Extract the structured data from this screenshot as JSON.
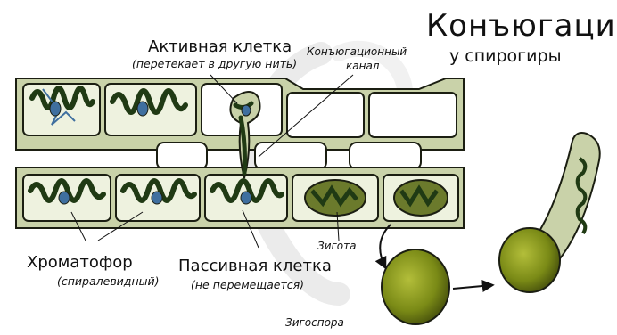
{
  "title": {
    "line1": "Конъюгация",
    "line2": "у спирогиры"
  },
  "labels": {
    "active_cell": "Активная клетка",
    "active_cell_note": "(перетекает в другую нить)",
    "conj_channel_1": "Конъюгационный",
    "conj_channel_2": "канал",
    "chromatophore": "Хроматофор",
    "chromatophore_note": "(спиралевидный)",
    "passive_cell": "Пассивная клетка",
    "passive_cell_note": "(не перемещается)",
    "zygote": "Зигота",
    "zygospore": "Зигоспора"
  },
  "colors": {
    "cell_wall": "#c9d2a9",
    "cell_outline": "#1b1e12",
    "cytoplasm": "#eef2df",
    "chromatophore": "#203a14",
    "nucleus": "#3f6f9f",
    "zygospore": "#7a8a16",
    "watermark": "#d9d9d9"
  }
}
